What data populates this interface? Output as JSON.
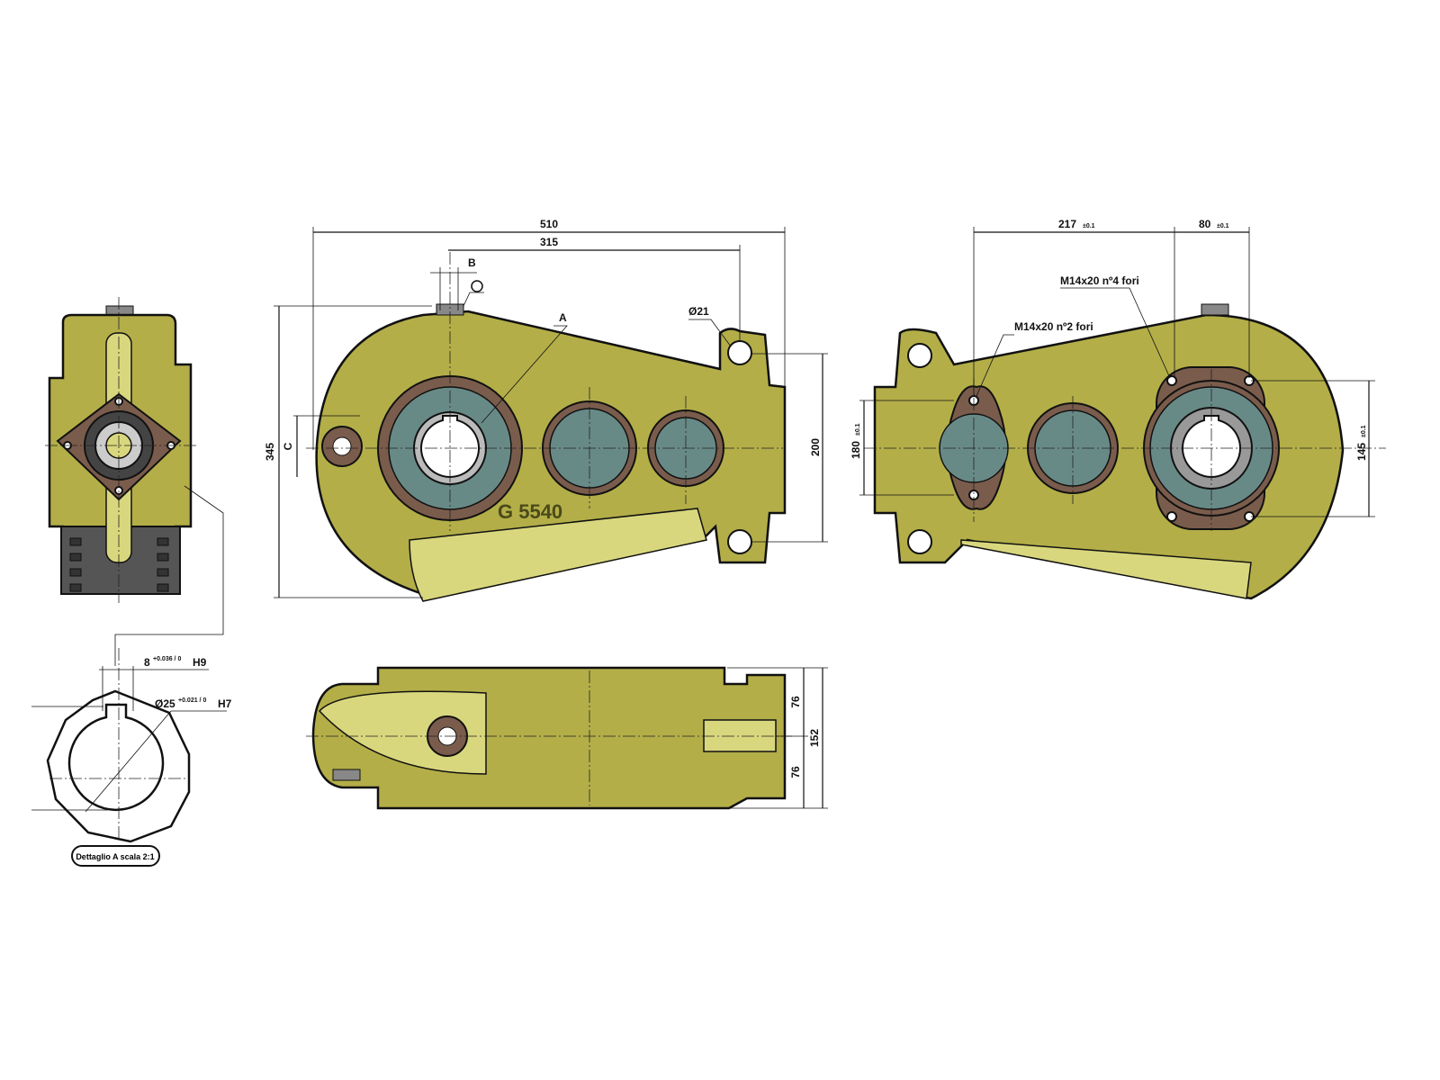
{
  "drawing": {
    "model_marking": "G 5540",
    "detail_caption": "Dettaglio A scala 2:1",
    "front_view": {
      "overall_width": "510",
      "shaft_distance": "315",
      "dim_b": "B",
      "hole_dia": "Ø21",
      "detail_ref": "A",
      "dim_c": "C",
      "height": "345",
      "mount_height": "200"
    },
    "rear_view": {
      "dim_217": "217",
      "dim_217_tol": "±0.1",
      "dim_80": "80",
      "dim_80_tol": "±0.1",
      "thread_4": "M14x20 nº4 fori",
      "thread_2": "M14x20 nº2 fori",
      "dim_180": "180",
      "dim_180_tol": "±0.1",
      "dim_145": "145",
      "dim_145_tol": "±0.1"
    },
    "bottom_view": {
      "half_1": "76",
      "total": "152",
      "half_2": "76"
    },
    "detail": {
      "keyway": "8",
      "keyway_tol": "+0.036 / 0",
      "keyway_fit": "H9",
      "bore": "Ø25",
      "bore_tol": "+0.021 / 0",
      "bore_fit": "H7"
    },
    "colors": {
      "housing": "#b3ae48",
      "highlight": "#d9d77d",
      "bearing_ring": "#7a5c4c",
      "bearing_cover": "#688a87",
      "base": "#555555"
    }
  }
}
